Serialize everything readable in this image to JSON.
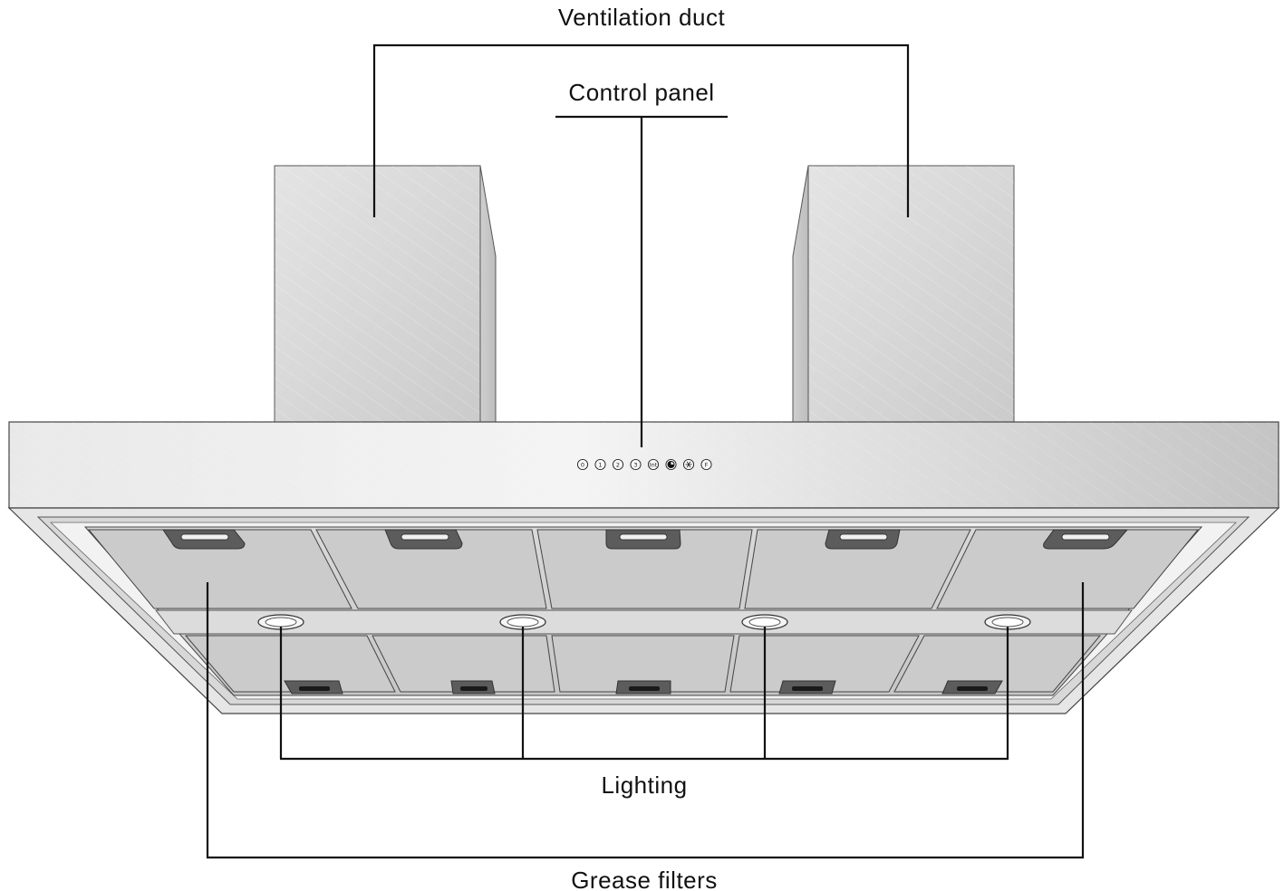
{
  "labels": {
    "ventilation_duct": "Ventilation duct",
    "control_panel": "Control panel",
    "lighting": "Lighting",
    "grease_filters": "Grease filters"
  },
  "control_panel_buttons": [
    {
      "glyph": "0",
      "icon": "fan-off-icon"
    },
    {
      "glyph": "1",
      "icon": "fan-speed-1-icon"
    },
    {
      "glyph": "2",
      "icon": "fan-speed-2-icon"
    },
    {
      "glyph": "3",
      "icon": "fan-speed-3-icon"
    },
    {
      "glyph": "Int",
      "icon": "intensive-mode-icon"
    },
    {
      "glyph": "",
      "icon": "timer-icon"
    },
    {
      "glyph": "",
      "icon": "light-icon"
    },
    {
      "glyph": "F",
      "icon": "filter-indicator-icon"
    }
  ],
  "colors": {
    "steel_light": "#eeeeee",
    "steel_mid": "#d4d4d4",
    "steel_dark": "#b8b8b8",
    "filter_fill": "#c9c9c9",
    "handle_dark": "#5a5a5a",
    "line": "#111111"
  }
}
